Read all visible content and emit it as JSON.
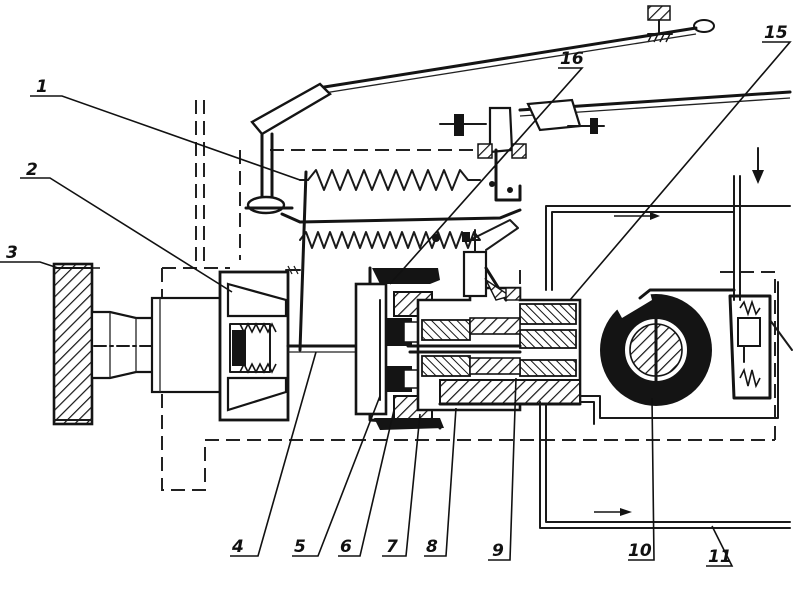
{
  "labels": {
    "l1": "1",
    "l2": "2",
    "l3": "3",
    "l4": "4",
    "l5": "5",
    "l6": "6",
    "l7": "7",
    "l8": "8",
    "l9": "9",
    "l10": "10",
    "l11": "11",
    "l15": "15",
    "l16": "16"
  }
}
